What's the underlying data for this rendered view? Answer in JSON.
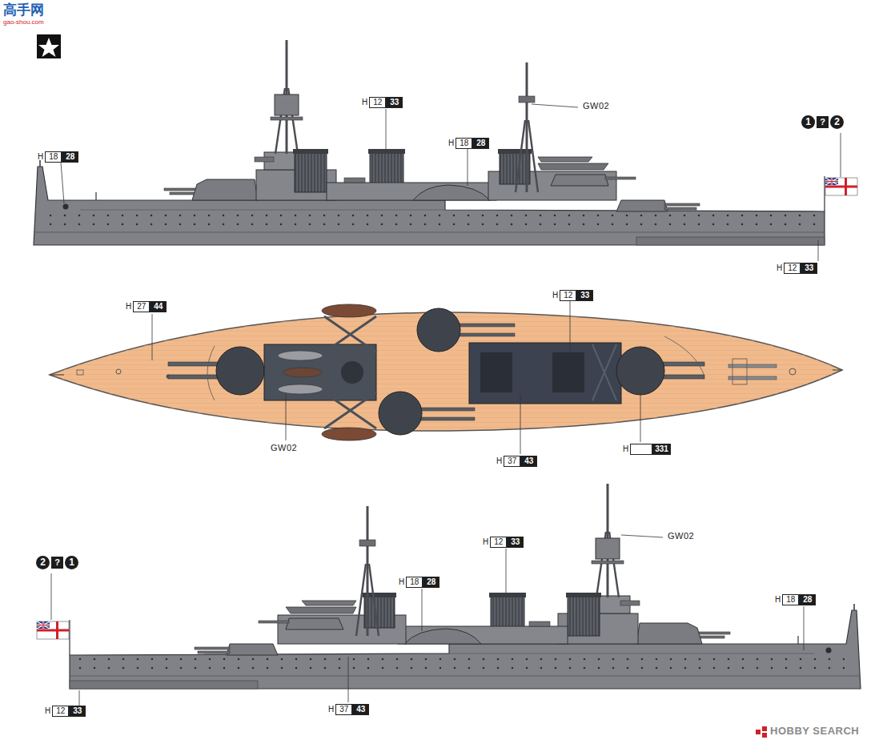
{
  "diagram": {
    "labels": [
      "H",
      "18",
      "28",
      "H",
      "12",
      "33",
      "H",
      "18",
      "28",
      "GW02",
      "1",
      "?",
      "2",
      "H",
      "12",
      "33",
      "H",
      "27",
      "44",
      "H",
      "12",
      "33",
      "GW02",
      "H",
      "37",
      "43",
      "H",
      "331",
      "2",
      "?",
      "1",
      "GW02",
      "H",
      "12",
      "33",
      "H",
      "18",
      "28",
      "H",
      "18",
      "28",
      "H",
      "12",
      "33",
      "H",
      "37",
      "43",
      "高手网",
      "gao-shou.com",
      "HOBBY SEARCH"
    ]
  }
}
